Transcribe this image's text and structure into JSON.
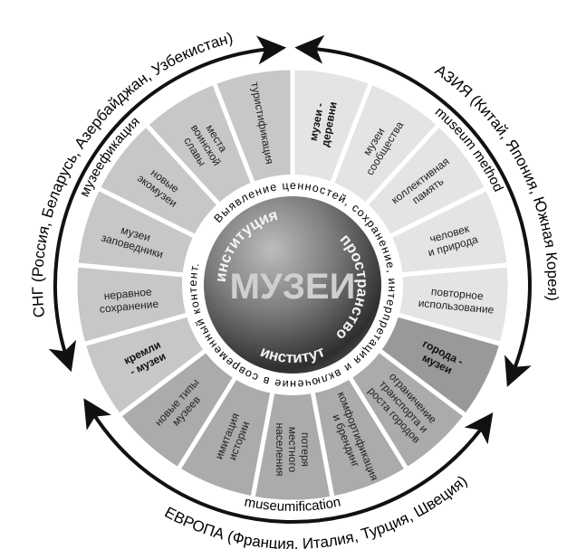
{
  "center": {
    "title": "МУЗЕИ",
    "top_left": "институция",
    "right": "пространство",
    "bottom": "институт"
  },
  "ring_text": "Выявление ценностей, сохранение, интерпретация и включение в современный контент.",
  "regions": {
    "cis": "СНГ (Россия, Беларусь, Азербайджан, Узбекистан)",
    "cis_term": "музеефикация",
    "asia": "АЗИЯ (Китай, Япония, Южная Корея)",
    "asia_term": "museum method",
    "europe": "ЕВРОПА (Франция, Италия, Турция, Швеция)",
    "europe_term": "museumification"
  },
  "colors": {
    "light": "#e4e4e4",
    "medium": "#c7c7c7",
    "dark": "#ababab",
    "darker": "#999999"
  },
  "segments": [
    {
      "lines": [
        "музеи -",
        "деревни"
      ],
      "bold": true,
      "shade": "light"
    },
    {
      "lines": [
        "музеи",
        "сообщества"
      ],
      "bold": false,
      "shade": "light"
    },
    {
      "lines": [
        "коллективная",
        "память"
      ],
      "bold": false,
      "shade": "light"
    },
    {
      "lines": [
        "человек",
        "и природа"
      ],
      "bold": false,
      "shade": "light"
    },
    {
      "lines": [
        "повторное",
        "использование"
      ],
      "bold": false,
      "shade": "light"
    },
    {
      "lines": [
        "города -",
        "музеи"
      ],
      "bold": true,
      "shade": "darker"
    },
    {
      "lines": [
        "ограничение",
        "транспорта и",
        "роста городов"
      ],
      "bold": false,
      "shade": "dark"
    },
    {
      "lines": [
        "комфортификация",
        "и брендинг"
      ],
      "bold": false,
      "shade": "dark"
    },
    {
      "lines": [
        "потеря",
        "местного",
        "населения"
      ],
      "bold": false,
      "shade": "dark"
    },
    {
      "lines": [
        "имитация",
        "истории"
      ],
      "bold": false,
      "shade": "dark"
    },
    {
      "lines": [
        "новые типы",
        "музеев"
      ],
      "bold": false,
      "shade": "dark"
    },
    {
      "lines": [
        "кремли",
        "- музеи"
      ],
      "bold": true,
      "shade": "medium"
    },
    {
      "lines": [
        "неравное",
        "сохранение"
      ],
      "bold": false,
      "shade": "medium"
    },
    {
      "lines": [
        "музеи",
        "заповедники"
      ],
      "bold": false,
      "shade": "medium"
    },
    {
      "lines": [
        "новые",
        "экомузеи"
      ],
      "bold": false,
      "shade": "medium"
    },
    {
      "lines": [
        "места",
        "воинской",
        "славы"
      ],
      "bold": false,
      "shade": "medium"
    },
    {
      "lines": [
        "туристификация"
      ],
      "bold": false,
      "shade": "medium"
    }
  ]
}
